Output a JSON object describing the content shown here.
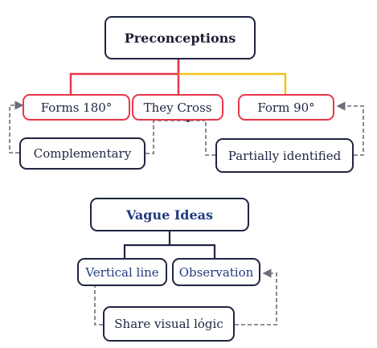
{
  "diagram_1": {
    "root": "Preconceptions",
    "children": [
      "Forms 180°",
      "They Cross",
      "Form 90°"
    ],
    "notes": [
      "Complementary",
      "Partially identified"
    ]
  },
  "diagram_2": {
    "root": "Vague Ideas",
    "children": [
      "Vertical line",
      "Observation"
    ],
    "note": "Share visual lógic"
  },
  "colors": {
    "dark_border": "#1f2540",
    "red_border": "#e8364a",
    "link_red": "#e8364a",
    "link_yellow": "#f2c21a",
    "link_dark": "#1f2540",
    "link_dashed": "#6a6d7a",
    "text_blue": "#233a7e"
  }
}
